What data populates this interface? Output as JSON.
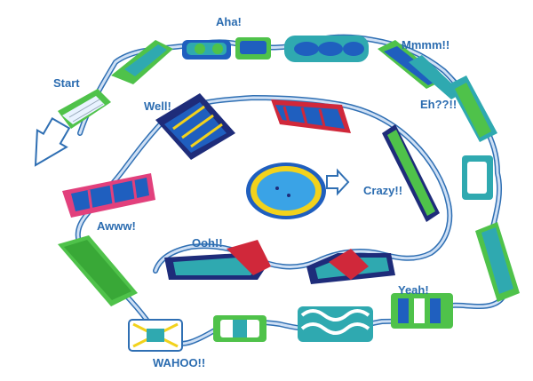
{
  "diagram": {
    "labels": {
      "start": "Start",
      "aha": "Aha!",
      "mmmm": "Mmmm!!",
      "well": "Well!",
      "eh": "Eh??!!",
      "crazy": "Crazy!!",
      "awww": "Awww!",
      "ooh": "Ooh!!",
      "yeah": "Yeah!",
      "wahoo": "WAHOO!!"
    },
    "colors": {
      "path": "#a9c8ec",
      "path_edge": "#2f6fb3",
      "label": "#2b6cb0",
      "green": "#4fc24a",
      "blue": "#1f5fbf",
      "teal": "#2fa9b0",
      "red": "#d0283a",
      "pink": "#e2407c",
      "yellow": "#f2d21c",
      "navy": "#1e2c7a",
      "pool": "#3aa3e6"
    }
  }
}
